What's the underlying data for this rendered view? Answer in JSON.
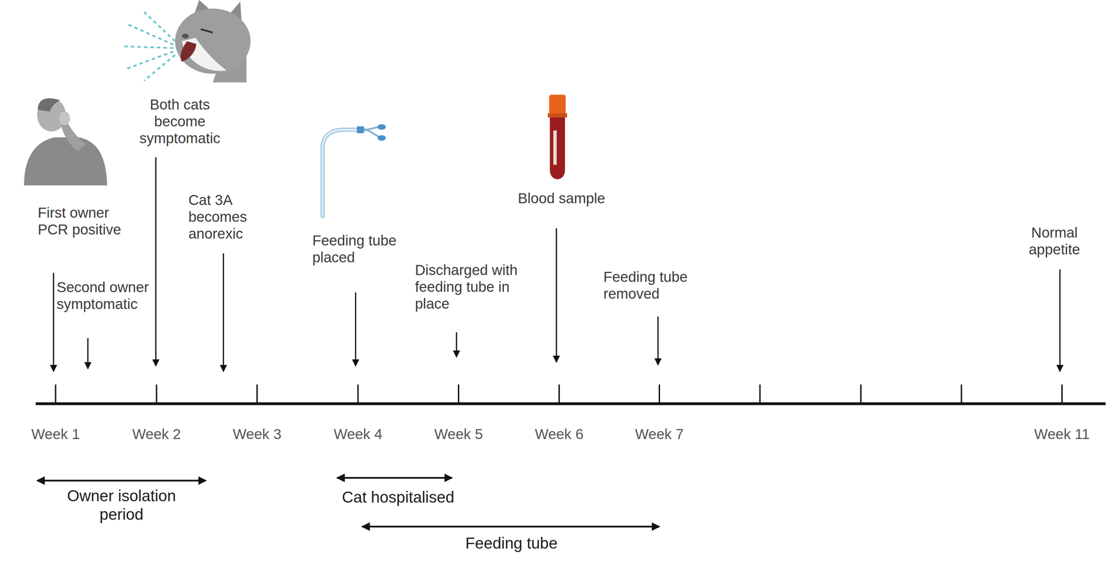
{
  "diagram": {
    "labels": [
      "First owner PCR positive",
      "Second owner symptomatic",
      "Both cats become symptomatic",
      "Cat 3A becomes anorexic",
      "Feeding tube placed",
      "Discharged with feeding tube in place",
      "Blood sample",
      "Feeding tube removed",
      "Normal appetite",
      "Week 1",
      "Week 2",
      "Week 3",
      "Week 4",
      "Week 5",
      "Week 6",
      "Week 7",
      "Week 11",
      "Owner isolation period",
      "Cat hospitalised",
      "Feeding tube"
    ]
  }
}
